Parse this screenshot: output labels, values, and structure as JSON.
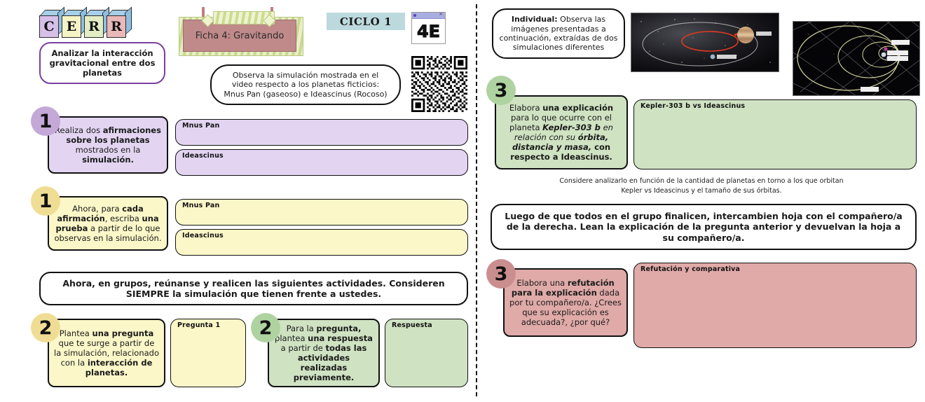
{
  "header": {
    "logo_letters": [
      "C",
      "E",
      "R",
      "R"
    ],
    "logo_name": "CERR",
    "objective": "Analizar la interacción gravitacional entre dos planetas",
    "ficha_title": "Ficha 4: Gravitando",
    "ciclo_label": "CICLO 1",
    "grade_label": "4E",
    "observe_instruction_line1": "Observa la simulación mostrada en el",
    "observe_instruction_line2": "video respecto a los planetas ficticios:",
    "observe_instruction_line3": "Mnus Pan (gaseoso) e Ideascinus (Rocoso)"
  },
  "left": {
    "step1": {
      "number": "1",
      "color": "#c3a8d8",
      "prompt_plain_1": "Realiza dos ",
      "prompt_bold_1": "afirmaciones sobre  los planetas",
      "prompt_plain_2": " mostrados en la ",
      "prompt_bold_2": "simulación.",
      "fields": [
        "Mnus Pan",
        "Ideascinus"
      ],
      "field_bg": "#e3d5f2"
    },
    "step2": {
      "number": "1",
      "color": "#f0dd94",
      "prompt_plain_1": "Ahora, para ",
      "prompt_bold_1": "cada afirmación",
      "prompt_plain_2": ", escriba ",
      "prompt_bold_2": "una prueba",
      "prompt_plain_3": " a partir de lo que observas en la simulación.",
      "fields": [
        "Mnus Pan",
        "Ideascinus"
      ],
      "field_bg": "#fbf7c8"
    },
    "group_banner": "Ahora, en grupos, reúnanse y realicen las siguientes actividades. Consideren SIEMPRE la simulación que tienen frente a ustedes.",
    "step3": {
      "number": "2",
      "color": "#f0dd94",
      "prompt_plain_1": "Plantea ",
      "prompt_bold_1": "una pregunta",
      "prompt_plain_2": " que te surge a partir de la simulación, relacionado con la ",
      "prompt_bold_2": "interacción de planetas.",
      "answer_caption": "Pregunta 1",
      "field_bg": "#fbf7c8"
    },
    "step4": {
      "number": "2",
      "color": "#aed3a0",
      "prompt_plain_1": "Para la ",
      "prompt_bold_1": "pregunta,",
      "prompt_plain_2": " plantea ",
      "prompt_bold_2": "una respuesta",
      "prompt_plain_3": " a partir de ",
      "prompt_bold_3": "todas las actividades realizadas previamente.",
      "answer_caption": "Respuesta",
      "field_bg": "#cfe2c2"
    }
  },
  "right": {
    "individual_bold": "Individual:",
    "individual_text": " Observa las imágenes presentadas a continuación, extraídas de dos simulaciones diferentes",
    "sim_image_1_name": "simulation-screenshot-orbits-planet",
    "sim_image_2_name": "simulation-screenshot-orbital-grid",
    "step5": {
      "number": "3",
      "color": "#aed3a0",
      "prompt_plain_1": "Elabora ",
      "prompt_bold_1": "una explicación",
      "prompt_plain_2": " para lo que ocurre con el planeta ",
      "prompt_bold_italic_1": "Kepler-303 b",
      "prompt_italic_1": " en relación con su ",
      "prompt_bold_italic_2": "órbita, distancia y masa,",
      "prompt_bold_italic_3": " con respecto a Ideascinus.",
      "answer_caption": "Kepler-303 b vs Ideascinus",
      "field_bg": "#cfe2c2"
    },
    "orbit_note_line1": "Considere analizarlo en función de la cantidad de planetas en torno a los que orbitan",
    "orbit_note_line2": "Kepler vs Ideascinus y el tamaño de sus órbitas.",
    "exchange_banner": "Luego de que todos en el grupo finalicen, intercambien hoja con el compañero/a de la derecha. Lean la explicación de la pregunta anterior y devuelvan la hoja a su compañero/a.",
    "step6": {
      "number": "3",
      "color": "#cb8e8e",
      "prompt_plain_1": "Elabora una ",
      "prompt_bold_1": "refutación para la explicación",
      "prompt_plain_2": " dada por tu compañero/a. ¿Crees que su explicación es adecuada?, ¿por qué?",
      "answer_caption": "Refutación y comparativa",
      "field_bg": "#dfaaa8"
    }
  },
  "colors": {
    "purple_accent": "#7a3fa0",
    "purple_block": "#c3a8d8",
    "yellow_block": "#f0dd94",
    "green_block": "#aed3a0",
    "rose_block": "#cb8e8e",
    "cyan_band": "#bcdadd"
  }
}
